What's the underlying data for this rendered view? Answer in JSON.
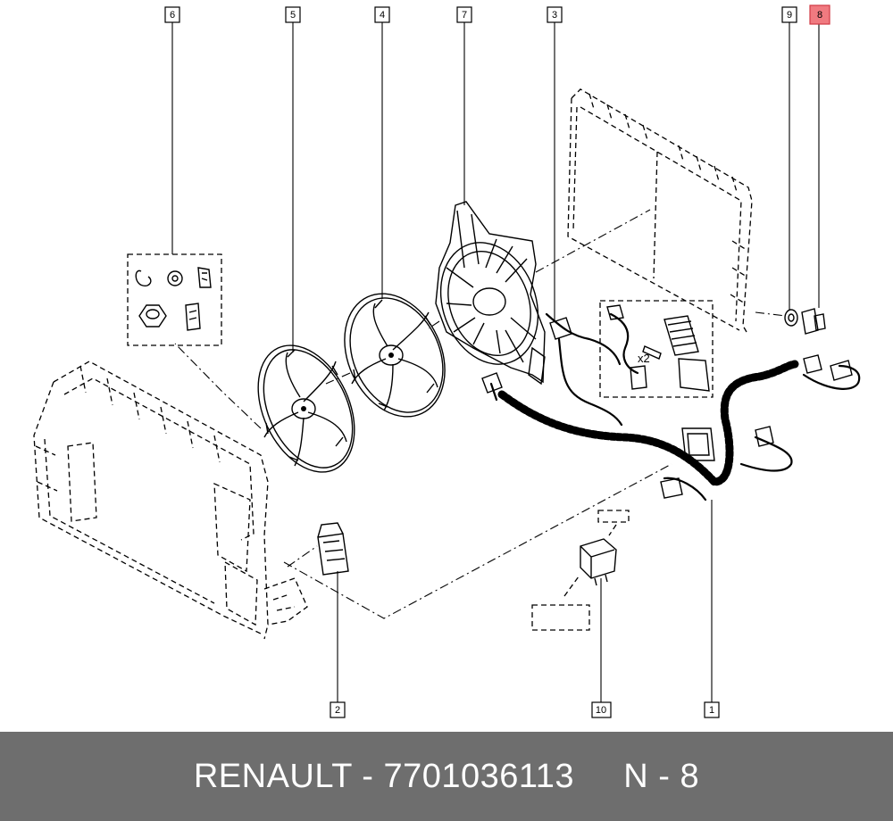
{
  "diagram": {
    "callouts": [
      {
        "id": "c6",
        "label": "6",
        "highlighted": false
      },
      {
        "id": "c5",
        "label": "5",
        "highlighted": false
      },
      {
        "id": "c4",
        "label": "4",
        "highlighted": false
      },
      {
        "id": "c7",
        "label": "7",
        "highlighted": false
      },
      {
        "id": "c3",
        "label": "3",
        "highlighted": false
      },
      {
        "id": "c9",
        "label": "9",
        "highlighted": false
      },
      {
        "id": "c8",
        "label": "8",
        "highlighted": true
      },
      {
        "id": "c2",
        "label": "2",
        "highlighted": false
      },
      {
        "id": "c10",
        "label": "10",
        "highlighted": false
      },
      {
        "id": "c1",
        "label": "1",
        "highlighted": false
      }
    ],
    "multiplier_label": "x2",
    "highlight_color": "#f07a80"
  },
  "footer": {
    "text": "RENAULT - 7701036113     N - 8",
    "background": "#6e6e6e"
  }
}
